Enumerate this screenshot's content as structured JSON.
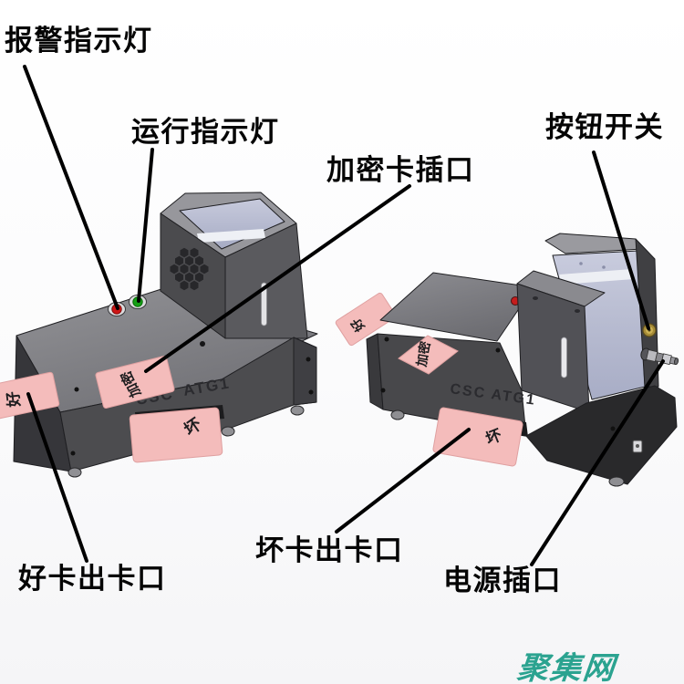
{
  "callouts": {
    "alarm": {
      "text": "报警指示灯"
    },
    "run": {
      "text": "运行指示灯"
    },
    "encrypt_slot": {
      "text": "加密卡插口"
    },
    "button_switch": {
      "text": "按钮开关"
    },
    "good_card_exit": {
      "text": "好卡出卡口"
    },
    "bad_card_exit": {
      "text": "坏卡出卡口"
    },
    "power_socket": {
      "text": "电源插口"
    }
  },
  "machine_left": {
    "brand": "CSC",
    "model": "ATG1",
    "good_card_label": "好",
    "encrypt_card_label": "加密",
    "bad_card_label": "坏"
  },
  "machine_right": {
    "brand": "CSC",
    "model": "ATG1",
    "good_card_label": "好",
    "encrypt_card_label": "加密",
    "bad_card_label": "坏"
  },
  "watermark": {
    "text": "聚集网",
    "color": "#2ba390"
  },
  "colors": {
    "body_front": "#4c4c4f",
    "body_top": "#85858a",
    "hopper_interior": "#c0c4d7",
    "card_pink": "#f4bcbb",
    "led_red": "#cf1616",
    "led_green": "#15a015",
    "gold_button": "#cdb355",
    "leader_line": "#000000"
  }
}
